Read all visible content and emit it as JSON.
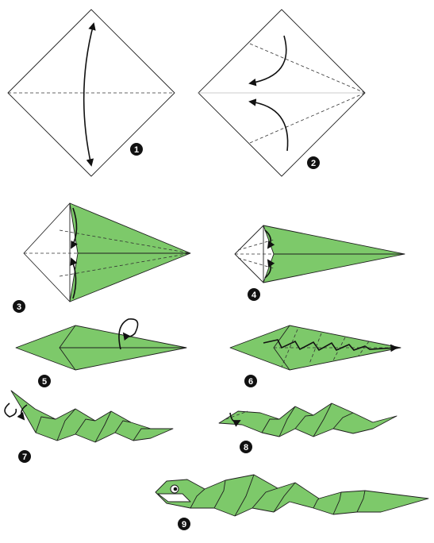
{
  "steps": [
    {
      "number": "1"
    },
    {
      "number": "2"
    },
    {
      "number": "3"
    },
    {
      "number": "4"
    },
    {
      "number": "5"
    },
    {
      "number": "6"
    },
    {
      "number": "7"
    },
    {
      "number": "8"
    },
    {
      "number": "9"
    }
  ],
  "colors": {
    "paper_front": "#7dc96a",
    "paper_back": "#ffffff",
    "outline": "#1e1e1e"
  }
}
